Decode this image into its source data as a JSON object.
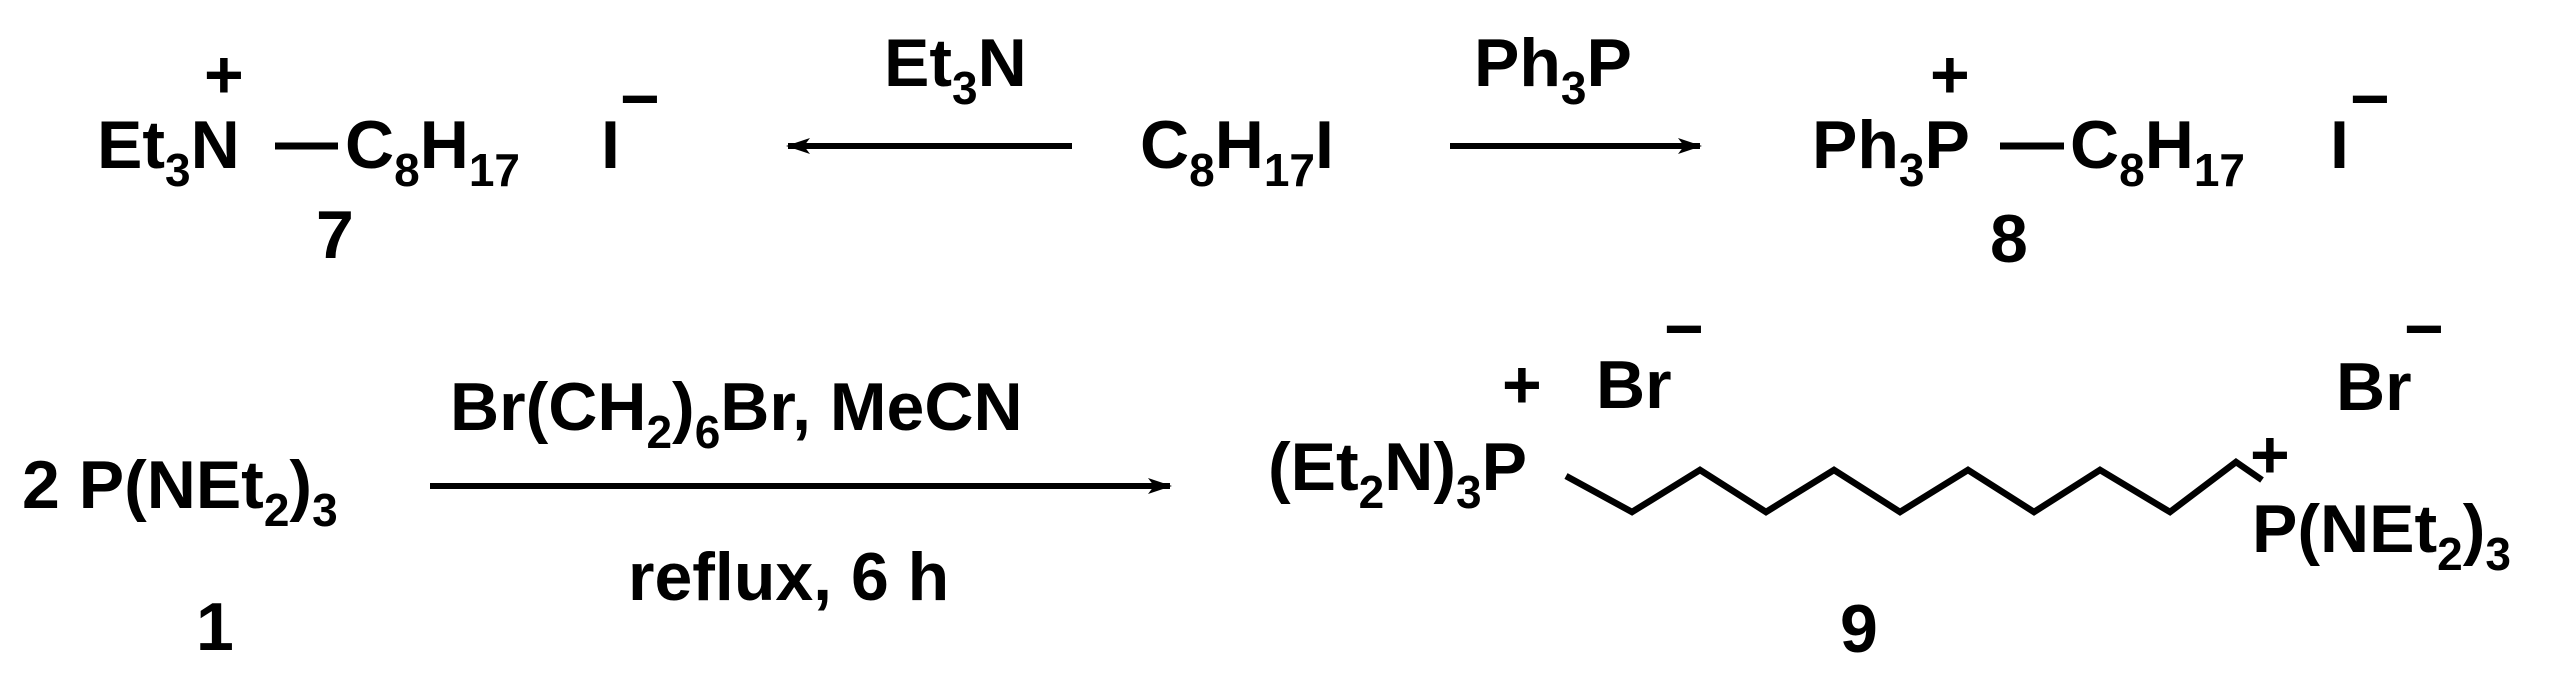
{
  "reaction_top_left": {
    "reagent": {
      "main": "Et",
      "sub": "3",
      "tail": "N"
    },
    "product": {
      "a1": "Et",
      "a1_sub": "3",
      "a2": "N",
      "charge": "+",
      "b1": "C",
      "b1_sub1": "8",
      "b2": "H",
      "b2_sub": "17",
      "counterion": "I",
      "counterion_charge": "−",
      "label": "7"
    }
  },
  "center_substrate": {
    "c": "C",
    "c_sub": "8",
    "h": "H",
    "h_sub": "17",
    "x": "I"
  },
  "reaction_top_right": {
    "reagent": {
      "main": "Ph",
      "sub": "3",
      "tail": "P"
    },
    "product": {
      "a1": "Ph",
      "a1_sub": "3",
      "a2": "P",
      "charge": "+",
      "b1": "C",
      "b1_sub1": "8",
      "b2": "H",
      "b2_sub": "17",
      "counterion": "I",
      "counterion_charge": "−",
      "label": "8"
    }
  },
  "reaction_bottom": {
    "reactant": {
      "coef": "2 P(NEt",
      "sub1": "2",
      "tail": ")",
      "sub2": "3",
      "label": "1"
    },
    "conditions_top": {
      "a": "Br(CH",
      "sub1": "2",
      "b": ")",
      "sub2": "6",
      "c": "Br, MeCN"
    },
    "conditions_bottom": "reflux, 6 h",
    "product": {
      "left_a": "(Et",
      "left_sub1": "2",
      "left_b": "N)",
      "left_sub2": "3",
      "left_c": "P",
      "left_charge": "+",
      "left_counterion": "Br",
      "left_counterion_charge": "−",
      "right_a": "P(NEt",
      "right_sub1": "2",
      "right_b": ")",
      "right_sub2": "3",
      "right_charge": "+",
      "right_counterion": "Br",
      "right_counterion_charge": "−",
      "label": "9"
    }
  }
}
